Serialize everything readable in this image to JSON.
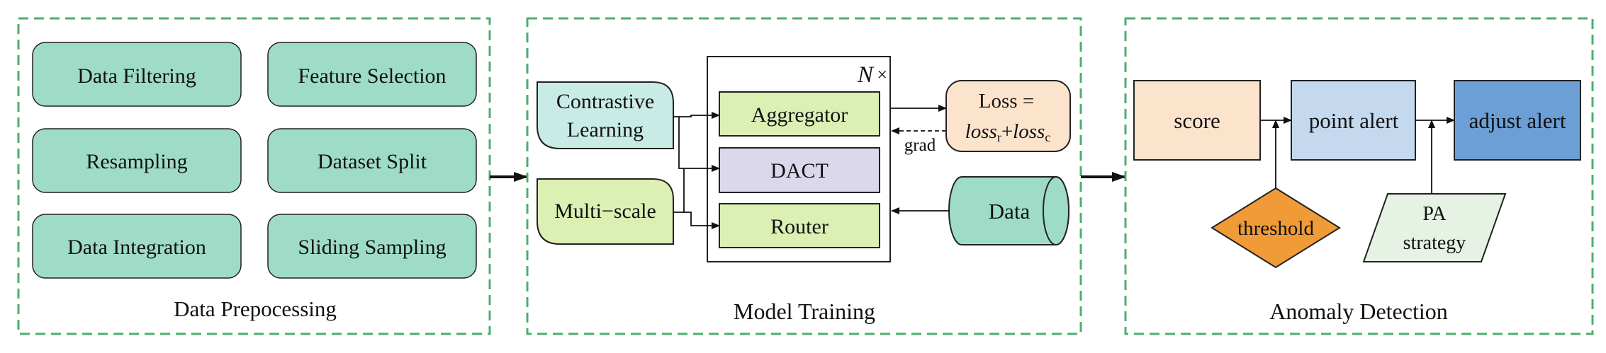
{
  "preprocessing": {
    "title": "Data Prepocessing",
    "steps": [
      "Data Filtering",
      "Feature Selection",
      "Resampling",
      "Dataset Split",
      "Data Integration",
      "Sliding Sampling"
    ]
  },
  "training": {
    "title": "Model Training",
    "contrastive": [
      "Contrastive",
      "Learning"
    ],
    "multiscale": "Multi−scale",
    "stack_label_n": "N",
    "stack_label_times": "×",
    "aggregator": "Aggregator",
    "dact": "DACT",
    "router": "Router",
    "loss_line1": "Loss =",
    "loss_term": "loss",
    "loss_sub_r": "r",
    "loss_plus": "+",
    "loss_sub_c": "c",
    "grad": "grad",
    "data": "Data"
  },
  "detection": {
    "title": "Anomaly Detection",
    "score": "score",
    "point_alert": "point alert",
    "adjust_alert": "adjust alert",
    "threshold": "threshold",
    "pa_line1": "PA",
    "pa_line2": "strategy"
  },
  "colors": {
    "dash_border": "#4caf6e",
    "teal_box": "#9fdcc8",
    "contrastive_fill": "#c8ebe6",
    "green_fill": "#dcf0b4",
    "dact_fill": "#dcd8ec",
    "loss_fill": "#fce3cc",
    "score_fill": "#fce3cc",
    "point_alert_fill": "#c4d8ee",
    "adjust_alert_fill": "#6b9fd6",
    "threshold_fill": "#f09a38",
    "pa_fill": "#e6f3e4"
  }
}
